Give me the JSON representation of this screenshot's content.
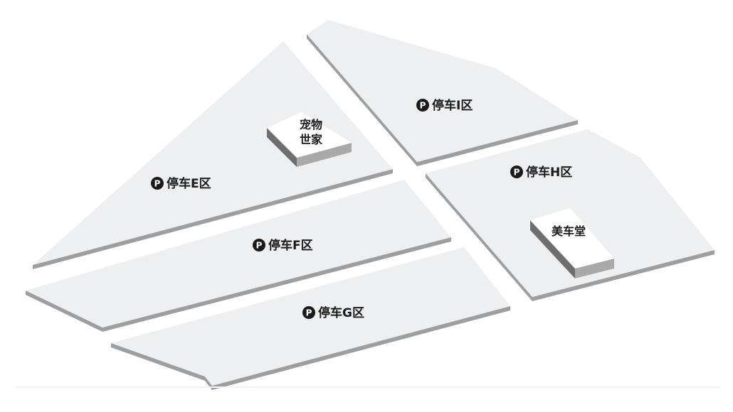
{
  "map": {
    "zones": [
      {
        "id": "E",
        "label": "停车E区",
        "icon": "parking-icon"
      },
      {
        "id": "F",
        "label": "停车F区",
        "icon": "parking-icon"
      },
      {
        "id": "G",
        "label": "停车G区",
        "icon": "parking-icon"
      },
      {
        "id": "H",
        "label": "停车H区",
        "icon": "parking-icon"
      },
      {
        "id": "I",
        "label": "停车I区",
        "icon": "parking-icon"
      }
    ],
    "parking_symbol": "P",
    "buildings": [
      {
        "id": "pet",
        "line1": "宠物",
        "line2": "世家"
      },
      {
        "id": "car",
        "line1": "美车堂"
      }
    ],
    "colors": {
      "lot": "#eeeff0",
      "lot_edge": "#9d9ea0",
      "text": "#1a1a1a",
      "building_top": "#ffffff"
    }
  }
}
